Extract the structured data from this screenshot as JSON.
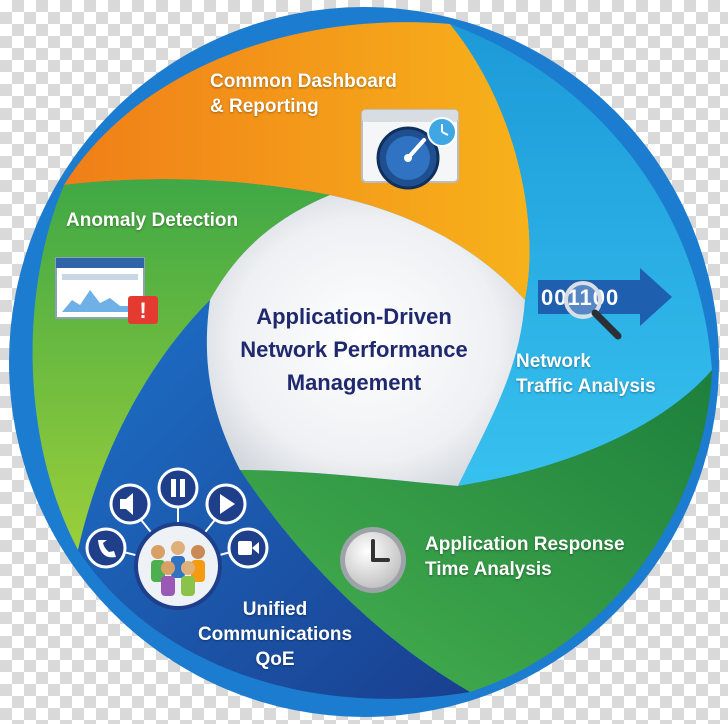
{
  "center": {
    "line1": "Application-Driven",
    "line2": "Network Performance",
    "line3": "Management"
  },
  "segments": [
    {
      "id": "dashboard",
      "line1": "Common Dashboard",
      "line2": "& Reporting",
      "color": "#f39c12",
      "icon": "speedometer-icon"
    },
    {
      "id": "traffic",
      "line1": "Network",
      "line2": "Traffic Analysis",
      "color": "#29a9e0",
      "icon": "binary-magnifier-icon",
      "icon_text": "001100"
    },
    {
      "id": "response",
      "line1": "Application Response",
      "line2": "Time Analysis",
      "color": "#2f9a48",
      "icon": "clock-icon"
    },
    {
      "id": "ucqoe",
      "line1": "Unified",
      "line2": "Communications",
      "line3": "QoE",
      "color": "#1f5fb0",
      "icon": "users-media-icon"
    },
    {
      "id": "anomaly",
      "line1": "Anomaly Detection",
      "color": "#5cb848",
      "icon": "alert-window-icon"
    }
  ],
  "colors": {
    "orange": "#f39c12",
    "cyan": "#29a9e0",
    "green": "#2f9a48",
    "blue": "#1f5fb0",
    "lightgreen": "#5cb848",
    "navy": "#1f2a6e"
  }
}
